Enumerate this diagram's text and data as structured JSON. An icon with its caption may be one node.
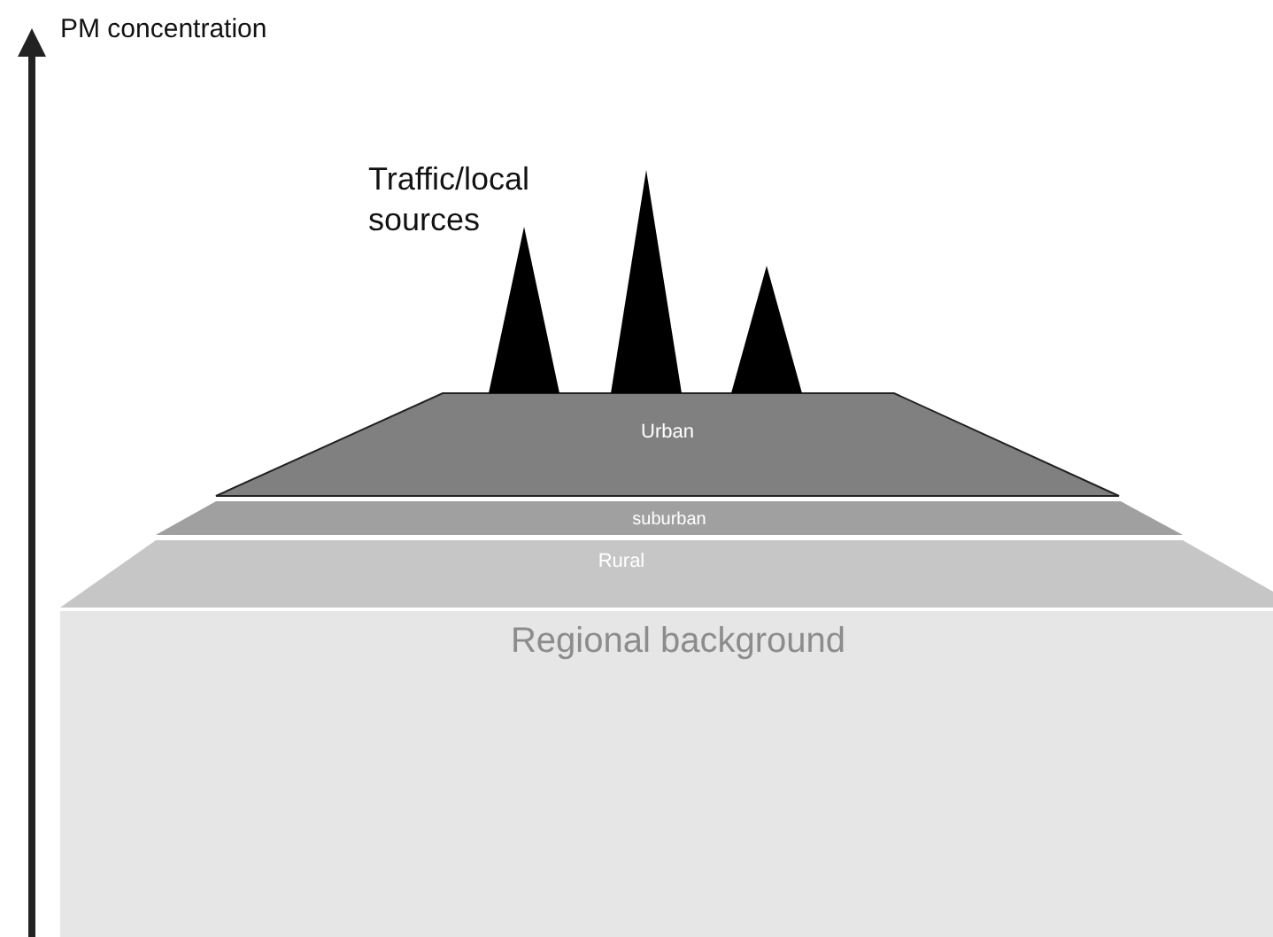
{
  "diagram": {
    "nodes": [
      {
        "text": [],
        "shape": "triangle"
      },
      {
        "text": [],
        "shape": "triangle"
      },
      {
        "text": [],
        "shape": "triangle"
      },
      {
        "text": [
          "Urban"
        ]
      },
      {
        "text": [
          "suburban"
        ]
      },
      {
        "text": [
          "Rural"
        ]
      },
      {
        "text": [
          "Regional background"
        ]
      }
    ],
    "labels": [
      "PM concentration",
      "Traffic/local sources"
    ]
  }
}
